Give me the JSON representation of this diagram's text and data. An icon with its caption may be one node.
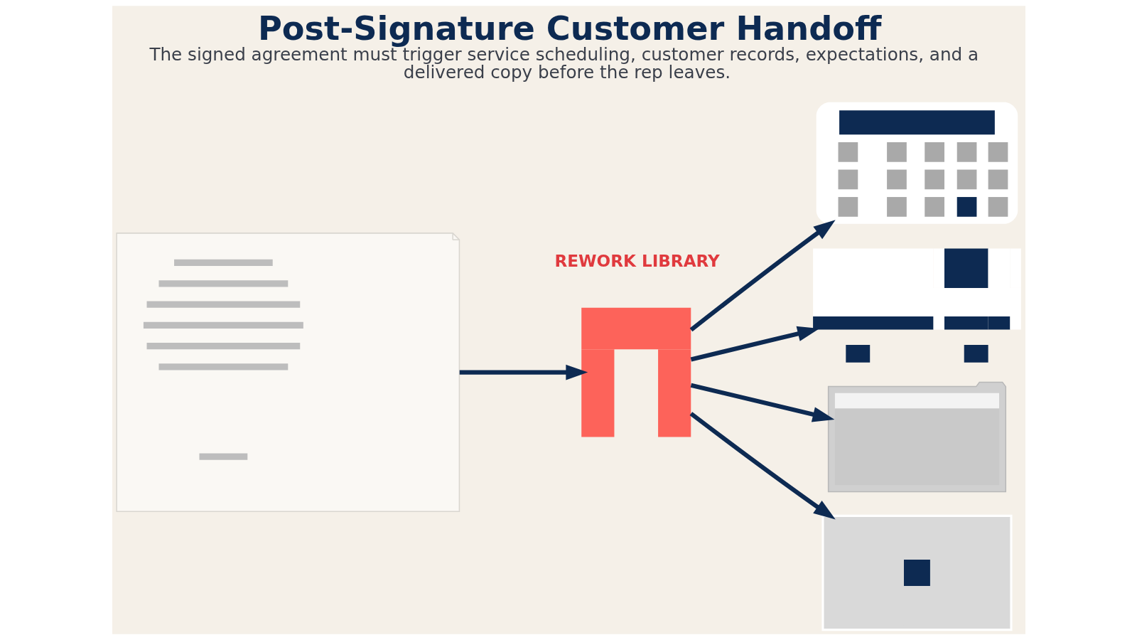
{
  "diagram": {
    "title": "Post-Signature Customer Handoff",
    "caption": "The signed agreement must trigger service scheduling, customer records, expectations, and a delivered copy before the rep leaves.",
    "nodes": [
      {
        "text": [],
        "shape": "picture"
      },
      {
        "text": [],
        "shape": "picture"
      },
      {
        "text": [],
        "shape": "picture"
      },
      {
        "text": [],
        "shape": "picture"
      },
      {
        "text": [],
        "shape": "picture"
      },
      {
        "text": [],
        "shape": "picture"
      }
    ],
    "edges": [
      {
        "from": 0,
        "to": 1,
        "arrow": "to"
      },
      {
        "from": 1,
        "to": 2,
        "arrow": "to"
      },
      {
        "from": 1,
        "to": 3,
        "arrow": "to"
      },
      {
        "from": 1,
        "to": 4,
        "arrow": "to"
      },
      {
        "from": 1,
        "to": 5,
        "arrow": "to"
      }
    ],
    "labels": [
      "REWORK LIBRARY"
    ]
  }
}
